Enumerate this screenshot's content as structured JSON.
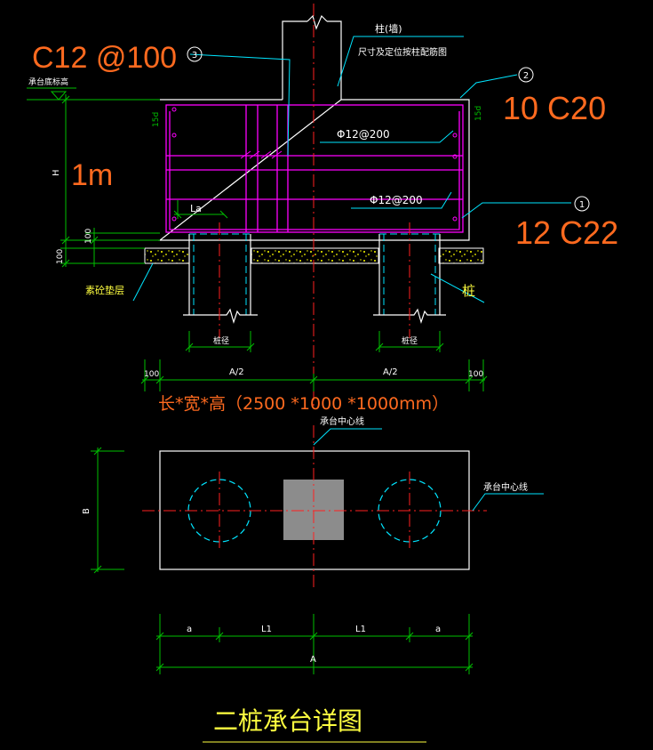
{
  "annotations": {
    "c12_label": "C12 @100",
    "ten_c20_label": "10 C20",
    "one_m_label": "1m",
    "twelve_c22_label": "12 C22",
    "dimensions_label": "长*宽*高（2500 *1000 *1000mm）"
  },
  "labels": {
    "column_wall": "柱(墙)",
    "column_note": "尺寸及定位按柱配筋图",
    "cap_bottom_elev": "承台底标高",
    "bar_top": "Φ12@200",
    "bar_bottom": "Φ12@200",
    "la": "La",
    "plain_concrete": "素砼垫层",
    "pile": "桩",
    "pile_diameter": "桩径",
    "h": "H",
    "dim_100": "100",
    "a_half": "A/2",
    "fifteen_d": "15d",
    "cap_centerline_1": "承台中心线",
    "cap_centerline_2": "承台中心线",
    "b": "B",
    "a_small": "a",
    "l1": "L1",
    "a_total": "A"
  },
  "markers": {
    "m1": "1",
    "m2": "2",
    "m3": "3"
  },
  "title": "二桩承台详图",
  "colors": {
    "background": "#000000",
    "outline": "#ffffff",
    "rebar": "#ff00ff",
    "centerline": "#ff2020",
    "leader": "#00e5ff",
    "dimension": "#00c000",
    "annotation": "#ff6a1f",
    "label": "#ffff40",
    "column_fill": "#8c8c8c",
    "gravel": "#ffff00"
  }
}
